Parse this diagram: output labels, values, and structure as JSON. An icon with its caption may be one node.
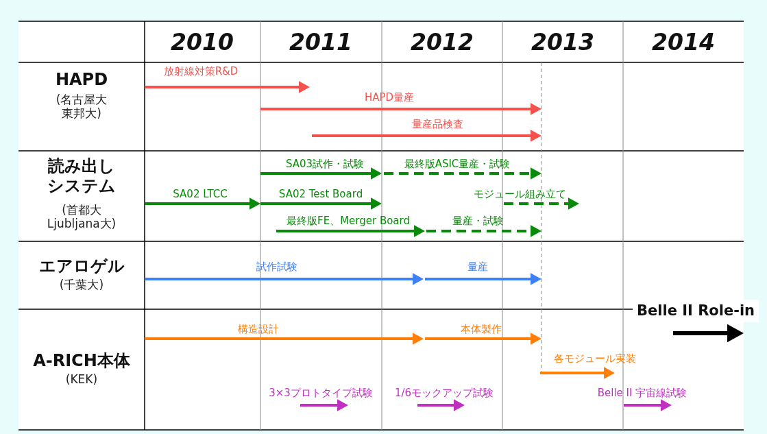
{
  "diagram": {
    "labels": [
      "2010",
      "2011",
      "2012",
      "2013",
      "2014",
      "HAPD",
      "(名古屋大東邦大)",
      "放射線対策R&D",
      "HAPD量産",
      "量産品検査",
      "読み出しシステム",
      "(首都大 Ljubljana大)",
      "SA03試作・試験",
      "最終版ASIC量産・試験",
      "SA02 LTCC",
      "SA02 Test Board",
      "モジュール組み立て",
      "最終版FE、Merger Board",
      "量産・試験",
      "エアロゲル",
      "(千葉大)",
      "試作試験",
      "量産",
      "Belle II Role-in",
      "A-RICH本体",
      "(KEK)",
      "構造設計",
      "本体製作",
      "各モジュール実装",
      "3×3プロトタイプ試験",
      "1/6モックアップ試験",
      "Belle II 宇宙線試験"
    ]
  }
}
